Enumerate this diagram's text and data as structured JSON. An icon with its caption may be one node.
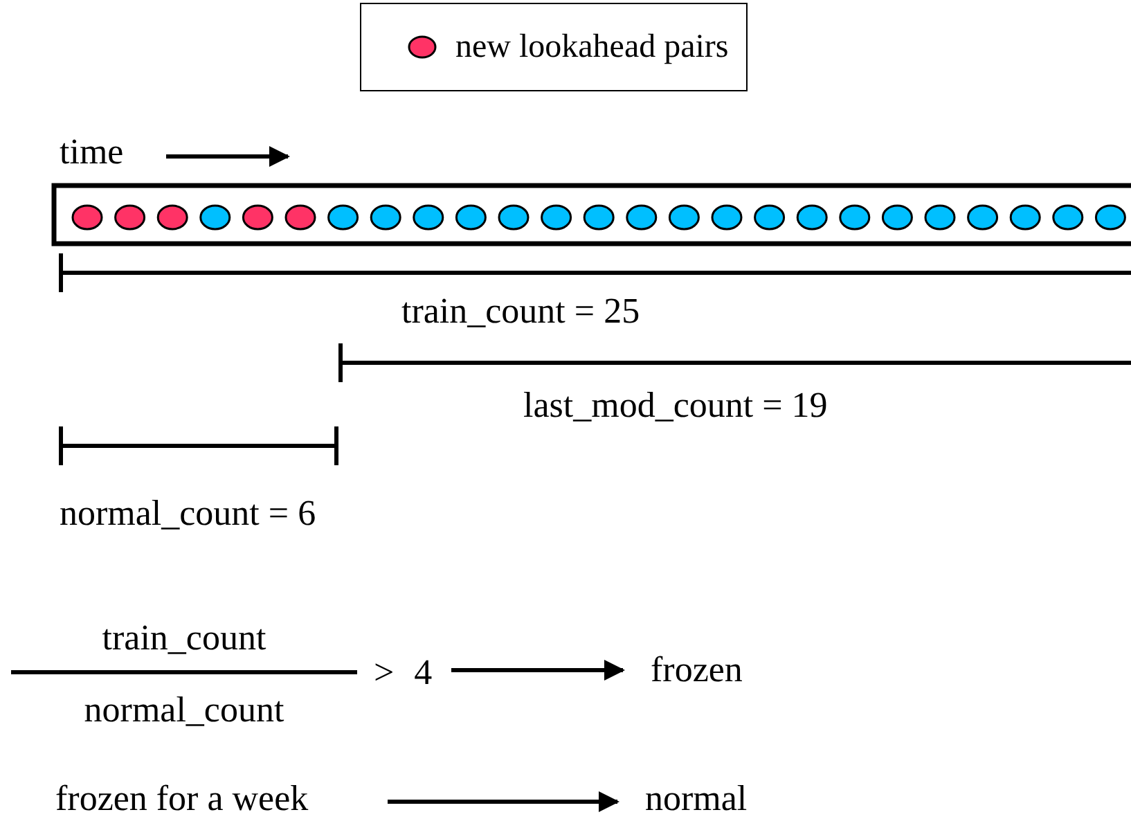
{
  "diagram": {
    "nodes": [
      {
        "text": [
          "train_count",
          "normal_count",
          "> 4"
        ]
      },
      {
        "text": [
          "frozen"
        ]
      },
      {
        "text": [
          "frozen for a week"
        ]
      },
      {
        "text": [
          "normal"
        ]
      }
    ],
    "edges": [
      {
        "from": 0,
        "to": 1,
        "arrow": "to"
      },
      {
        "from": 2,
        "to": 3,
        "arrow": "to"
      }
    ],
    "labels": [
      "time",
      "train_count = 25",
      "last_mod_count = 19",
      "normal_count = 6"
    ],
    "legend": [
      {
        "text": "new lookahead pairs",
        "color": "#ff3366"
      }
    ]
  }
}
